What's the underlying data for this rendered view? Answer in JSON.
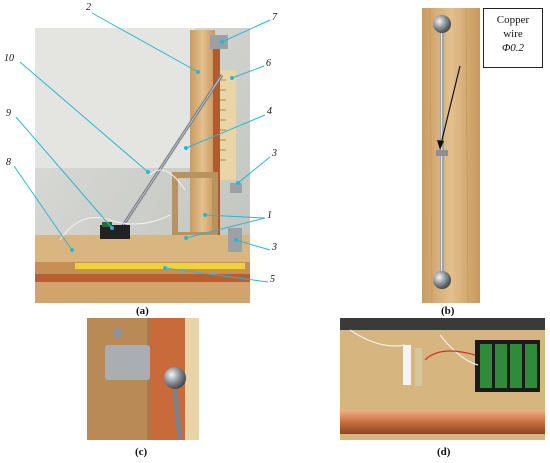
{
  "panels": {
    "a": {
      "caption": "(a)",
      "callouts": [
        "2",
        "7",
        "10",
        "6",
        "9",
        "4",
        "3",
        "8",
        "1",
        "3",
        "5"
      ]
    },
    "b": {
      "caption": "(b)",
      "label_line1": "Copper",
      "label_line2": "wire",
      "label_line3": "Φ0.2"
    },
    "c": {
      "caption": "(c)"
    },
    "d": {
      "caption": "(d)"
    }
  },
  "colors": {
    "wood": "#d8b07a",
    "copper": "#c8703c",
    "steel": "#8d9398",
    "callout": "#29b7d6"
  }
}
